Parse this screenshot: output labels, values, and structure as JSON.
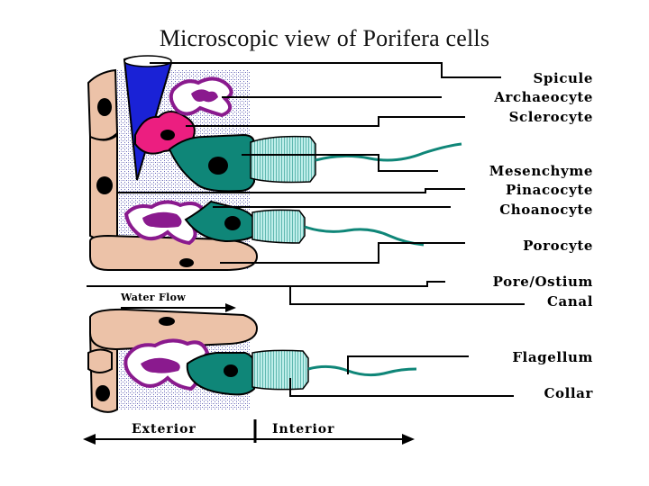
{
  "title": "Microscopic view of Porifera cells",
  "labels": {
    "spicule": "Spicule",
    "archaeocyte": "Archaeocyte",
    "sclerocyte": "Sclerocyte",
    "mesenchyme": "Mesenchyme",
    "pinacocyte": "Pinacocyte",
    "choanocyte": "Choanocyte",
    "porocyte": "Porocyte",
    "pore_ostium": "Pore/Ostium",
    "canal": "Canal",
    "flagellum": "Flagellum",
    "collar": "Collar"
  },
  "water_flow": "Water Flow",
  "exterior": "Exterior",
  "interior": "Interior",
  "colors": {
    "pinacocyte": "#ecc2a8",
    "spicule": "#1a22d6",
    "sclerocyte": "#ec1e80",
    "archaeocyte": "#8a1a8e",
    "choanocyte": "#0f8678",
    "collar": "#9fe0dc",
    "mesohyl": "#8a8ad0"
  }
}
